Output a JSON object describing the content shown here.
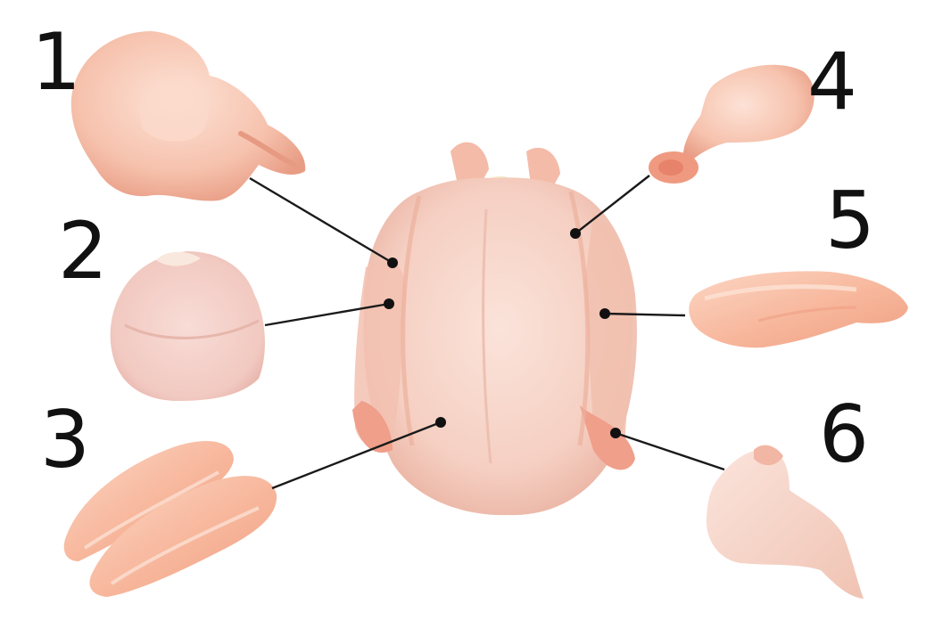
{
  "labels": [
    "1",
    "2",
    "3",
    "4",
    "5",
    "6"
  ],
  "colors": {
    "background": "#ffffff",
    "ink": "#111111",
    "meat_base": "#f7cfc0",
    "meat_shade": "#eaa895",
    "meat_light": "#fde6dc",
    "skin_pale": "#f6ddd6"
  },
  "parts": [
    {
      "label": "1",
      "image": "whole-leg-quarter"
    },
    {
      "label": "2",
      "image": "thigh"
    },
    {
      "label": "3",
      "image": "breast-fillets"
    },
    {
      "label": "4",
      "image": "drumstick"
    },
    {
      "label": "5",
      "image": "breast-fillet"
    },
    {
      "label": "6",
      "image": "wing"
    }
  ]
}
